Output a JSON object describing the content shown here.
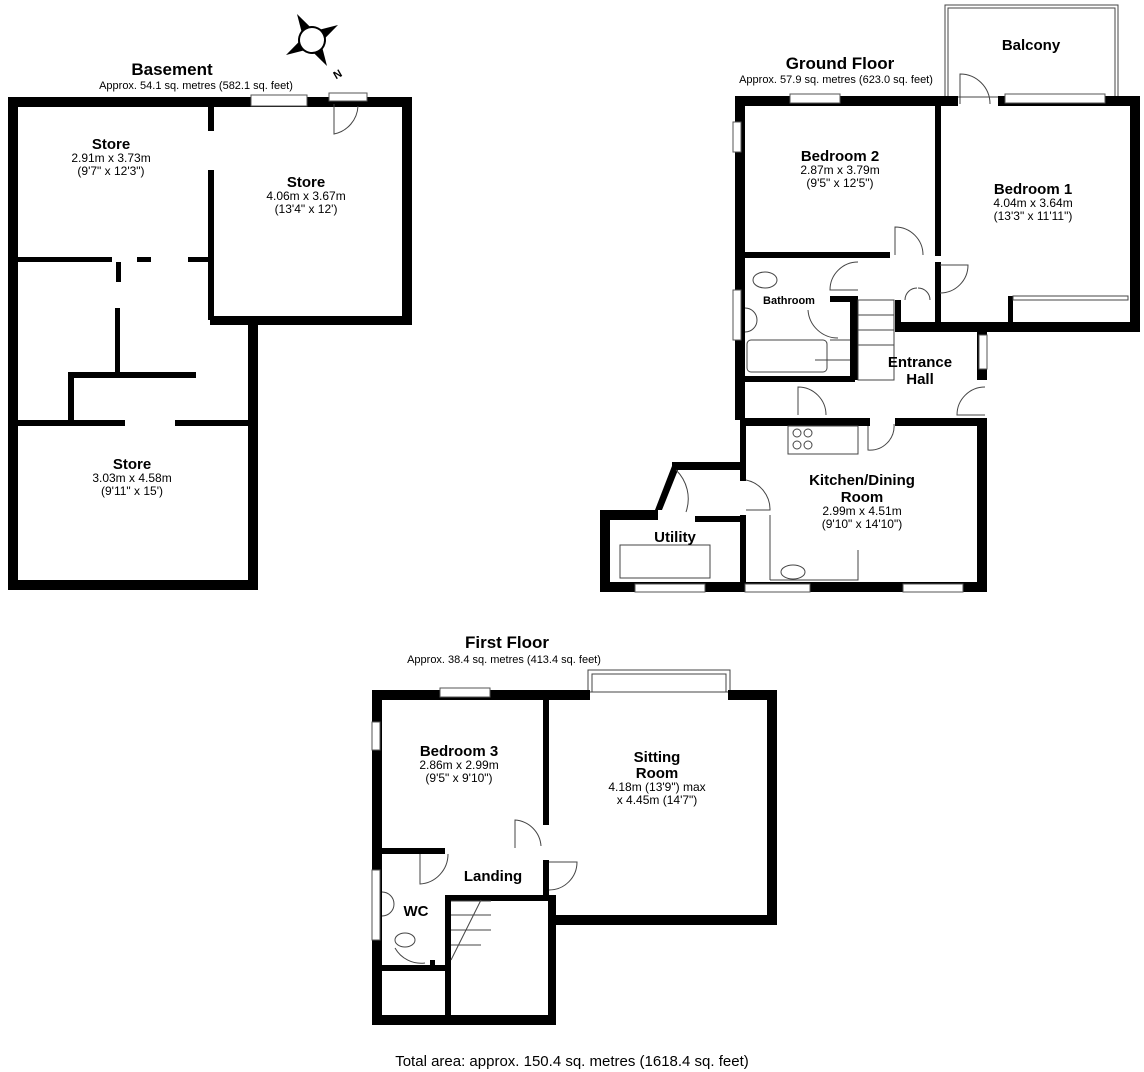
{
  "floors": {
    "basement": {
      "title": "Basement",
      "area": "Approx. 54.1 sq. metres (582.1 sq. feet)",
      "rooms": [
        {
          "name": "Store",
          "metric": "2.91m x 3.73m",
          "imperial": "(9'7\" x 12'3\")"
        },
        {
          "name": "Store",
          "metric": "4.06m x 3.67m",
          "imperial": "(13'4\" x 12')"
        },
        {
          "name": "Store",
          "metric": "3.03m x 4.58m",
          "imperial": "(9'11\" x 15')"
        }
      ]
    },
    "ground": {
      "title": "Ground Floor",
      "area": "Approx. 57.9 sq. metres (623.0 sq. feet)",
      "rooms": [
        {
          "name": "Bedroom 2",
          "metric": "2.87m x 3.79m",
          "imperial": "(9'5\" x 12'5\")"
        },
        {
          "name": "Bedroom 1",
          "metric": "4.04m x 3.64m",
          "imperial": "(13'3\" x 11'11\")"
        },
        {
          "name": "Kitchen/Dining",
          "name2": "Room",
          "metric": "2.99m x 4.51m",
          "imperial": "(9'10\" x 14'10\")"
        }
      ],
      "balcony": "Balcony",
      "bathroom": "Bathroom",
      "hall": "Entrance",
      "hall2": "Hall",
      "utility": "Utility"
    },
    "first": {
      "title": "First Floor",
      "area": "Approx. 38.4 sq. metres (413.4 sq. feet)",
      "rooms": [
        {
          "name": "Bedroom 3",
          "metric": "2.86m x 2.99m",
          "imperial": "(9'5\" x 9'10\")"
        },
        {
          "name": "Sitting",
          "name2": "Room",
          "metric": "4.18m (13'9\") max",
          "imperial": "x 4.45m (14'7\")"
        }
      ],
      "landing": "Landing",
      "wc": "WC"
    }
  },
  "compass": {
    "label": "N",
    "icon": "compass-icon"
  },
  "total_area": "Total area: approx. 150.4 sq. metres (1618.4 sq. feet)"
}
